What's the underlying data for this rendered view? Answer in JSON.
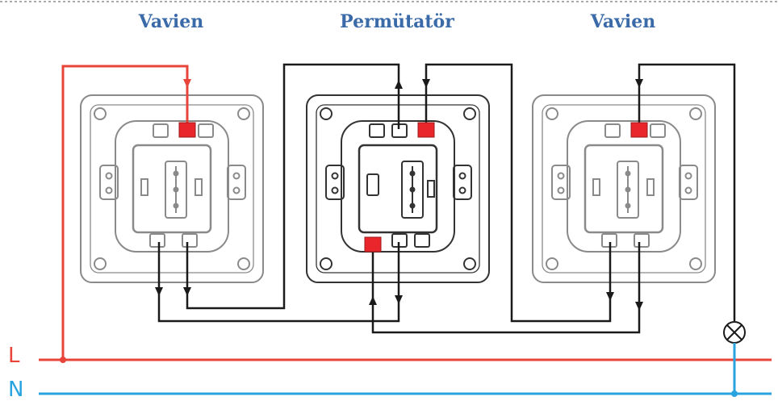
{
  "switches": [
    {
      "id": "left",
      "title": "Vavien"
    },
    {
      "id": "middle",
      "title": "Permütatör"
    },
    {
      "id": "right",
      "title": "Vavien"
    }
  ],
  "lines": {
    "live": {
      "label": "L",
      "color": "#e8443a"
    },
    "neutral": {
      "label": "N",
      "color": "#29a3df"
    }
  },
  "colors": {
    "title": "#3a6aa8",
    "wire": "#1a1a1a",
    "terminal_active": "#e8262b",
    "device_outline": "#8a8a8a"
  },
  "icons": {
    "lamp": "lamp-symbol-icon",
    "arrow": "arrow-icon"
  }
}
